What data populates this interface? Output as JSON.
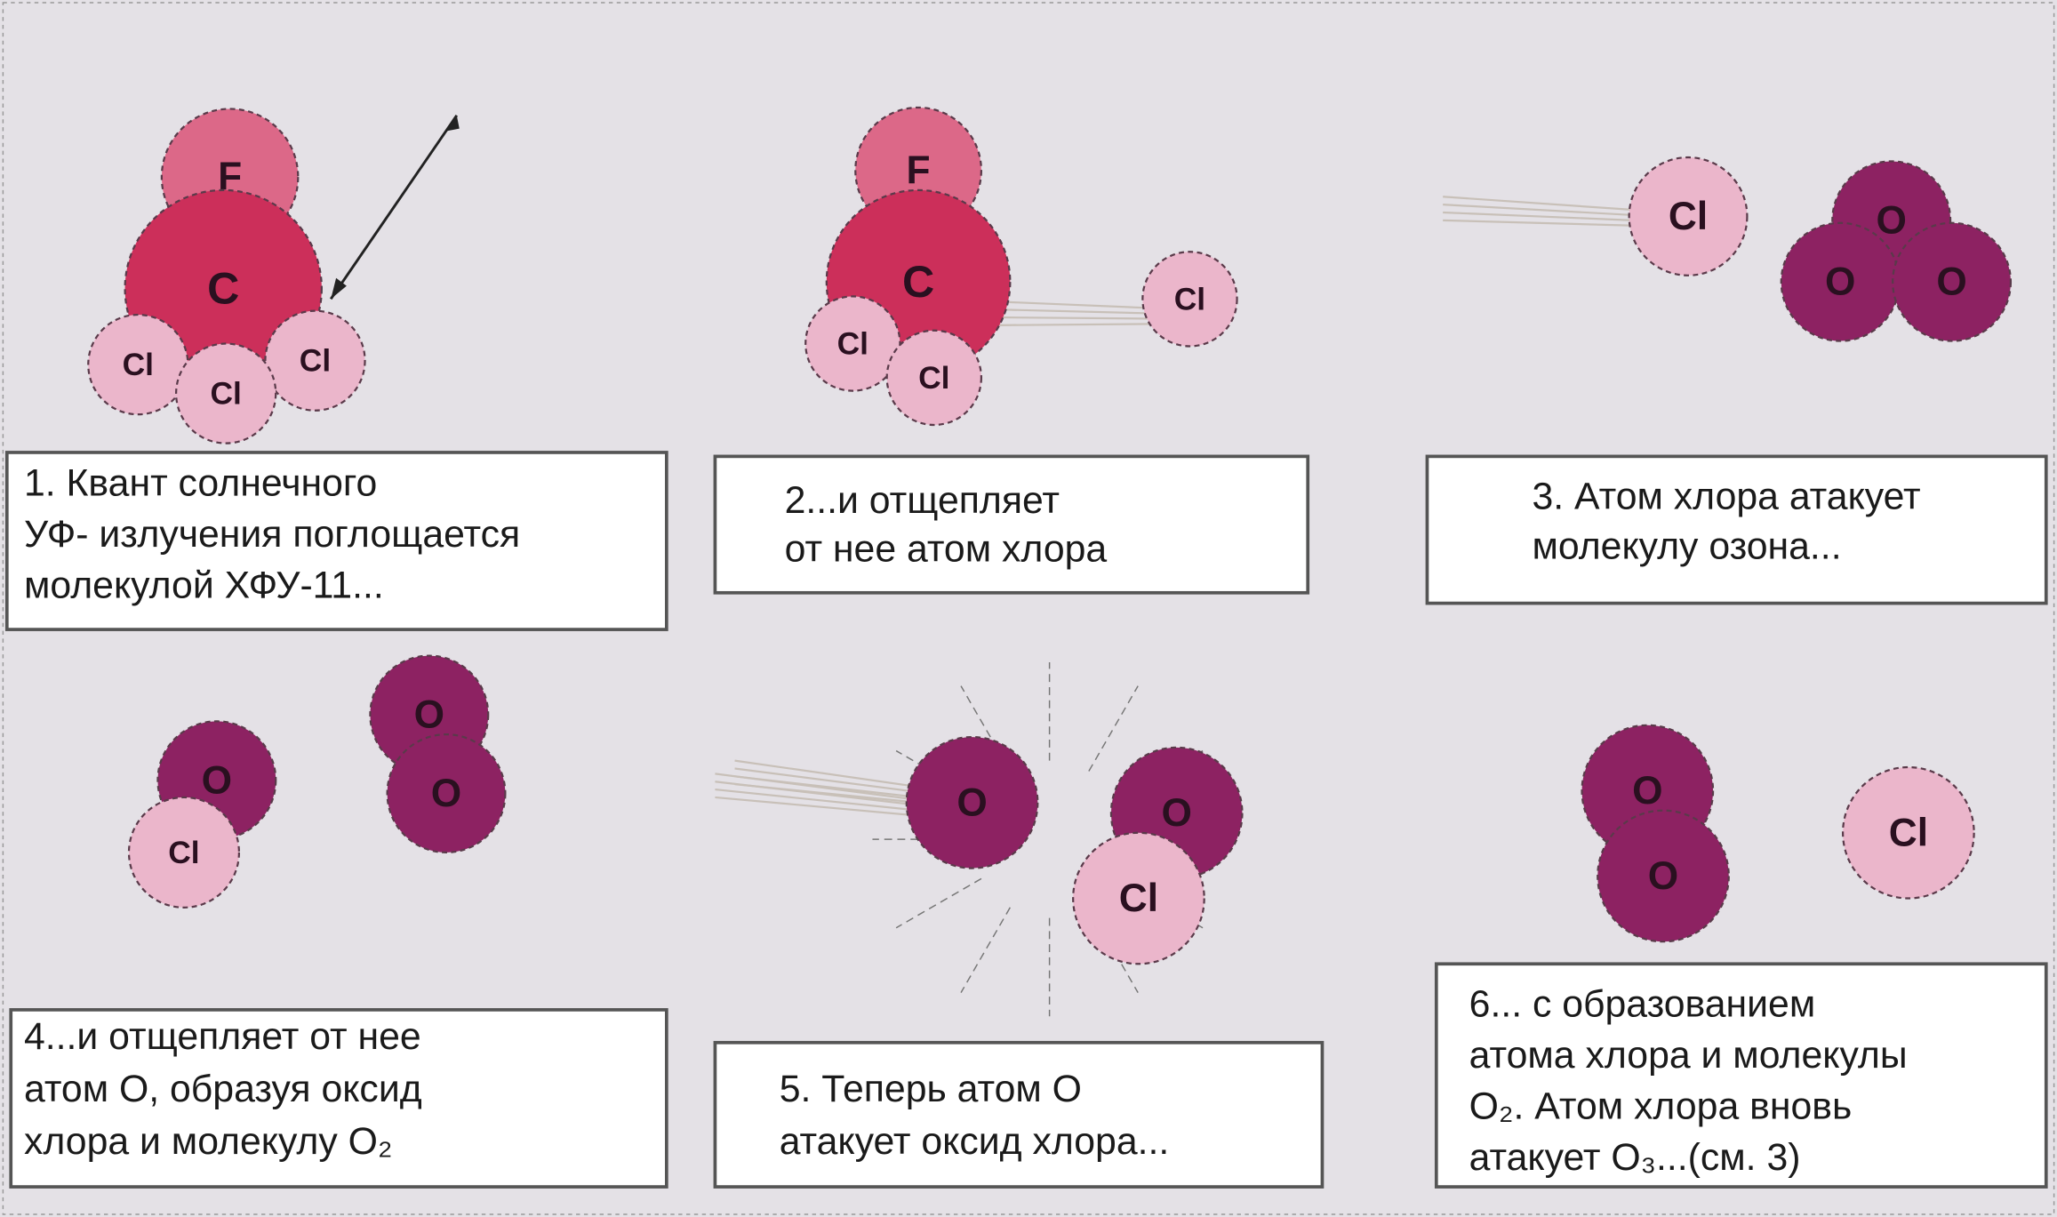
{
  "colors": {
    "background": "#e4e1e6",
    "carbon": "#cc2f5a",
    "fluorine": "#dc6888",
    "chlorine": "#ebb6cb",
    "oxygen": "#8d2262"
  },
  "atoms": {
    "F": "F",
    "C": "C",
    "Cl": "Cl",
    "O": "O"
  },
  "steps": [
    {
      "lines": [
        "1. Квант солнечного",
        "УФ- излучения поглощается",
        "молекулой ХФУ-11..."
      ]
    },
    {
      "lines": [
        "2...и отщепляет",
        "от нее атом хлора"
      ]
    },
    {
      "lines": [
        "3. Атом хлора атакует",
        "молекулу озона..."
      ]
    },
    {
      "lines": [
        "4...и отщепляет от нее",
        "атом O, образуя оксид",
        "хлора и молекулу O₂"
      ]
    },
    {
      "lines": [
        "5. Теперь атом O",
        "атакует оксид хлора..."
      ]
    },
    {
      "lines": [
        "6... с образованием",
        "атома хлора и молекулы",
        "O₂. Атом хлора вновь",
        "атакует O₃...(см. 3)"
      ]
    }
  ]
}
